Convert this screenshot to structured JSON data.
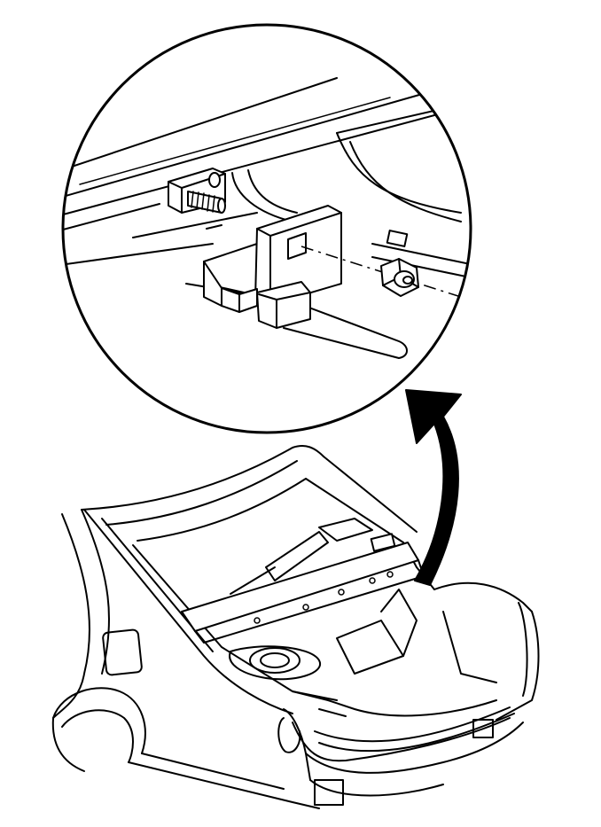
{
  "figure": {
    "detail_view": "detail-circle",
    "parts": [
      {
        "name": "trunk-lid-striker-bracket",
        "icon": "striker-bracket-icon"
      },
      {
        "name": "retaining-nut",
        "icon": "hex-nut-icon"
      },
      {
        "name": "threaded-stud",
        "icon": "stud-icon"
      },
      {
        "name": "vehicle-rear-body",
        "icon": "car-rear-body-icon"
      },
      {
        "name": "callout-arrow",
        "icon": "curved-arrow-icon"
      }
    ],
    "colors": {
      "line": "#000000",
      "background": "#ffffff"
    }
  }
}
